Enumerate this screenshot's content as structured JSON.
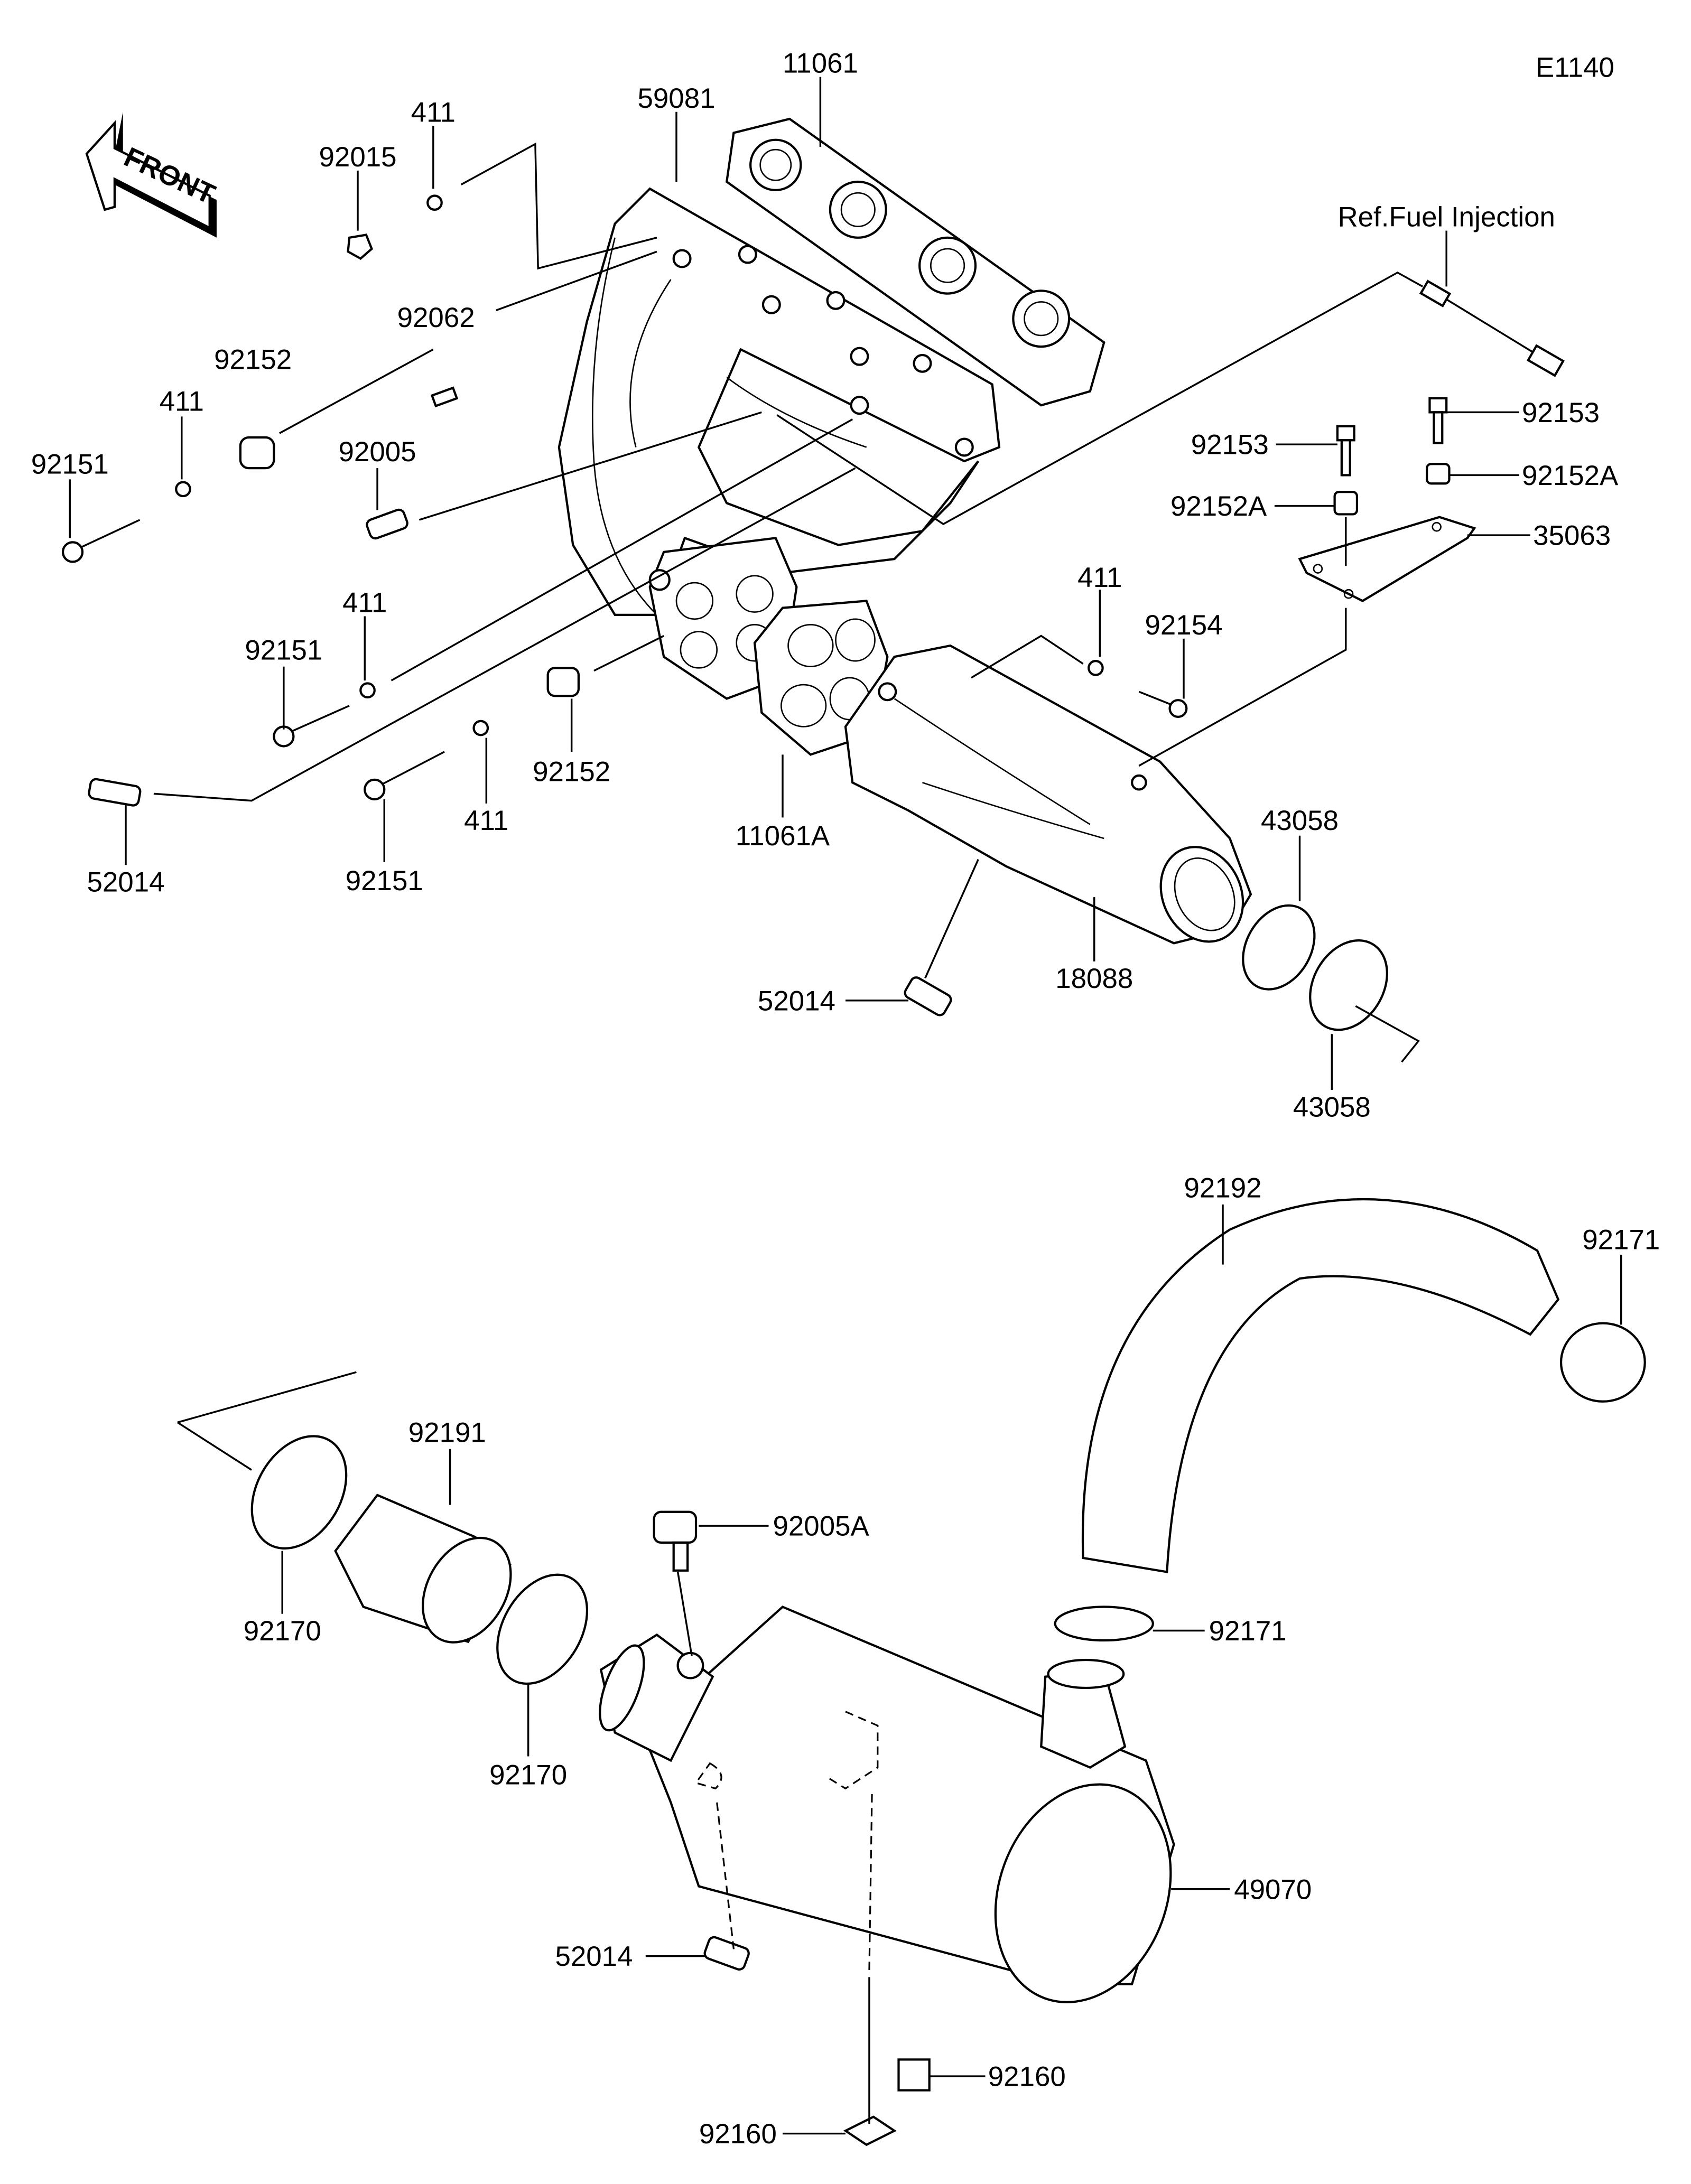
{
  "diagram_code": "E1140",
  "reference_note": "Ref.Fuel Injection",
  "front_arrow_text": "FRONT",
  "labels": {
    "p11061": "11061",
    "p59081": "59081",
    "p411_a": "411",
    "p92015": "92015",
    "p92062": "92062",
    "p92152_a": "92152",
    "p411_b": "411",
    "p92151_a": "92151",
    "p92005": "92005",
    "p92153_a": "92153",
    "p92153_b": "92153",
    "p92152A_a": "92152A",
    "p92152A_b": "92152A",
    "p35063": "35063",
    "p411_c": "411",
    "p411_d": "411",
    "p92151_b": "92151",
    "p92154": "92154",
    "p92152_b": "92152",
    "p11061A": "11061A",
    "p411_e": "411",
    "p43058_a": "43058",
    "p52014_a": "52014",
    "p92151_c": "92151",
    "p18088": "18088",
    "p52014_b": "52014",
    "p43058_b": "43058",
    "p92192": "92192",
    "p92171_a": "92171",
    "p92191": "92191",
    "p92005A": "92005A",
    "p92170_a": "92170",
    "p92171_b": "92171",
    "p92170_b": "92170",
    "p49070": "49070",
    "p52014_c": "52014",
    "p92160_a": "92160",
    "p92160_b": "92160"
  }
}
